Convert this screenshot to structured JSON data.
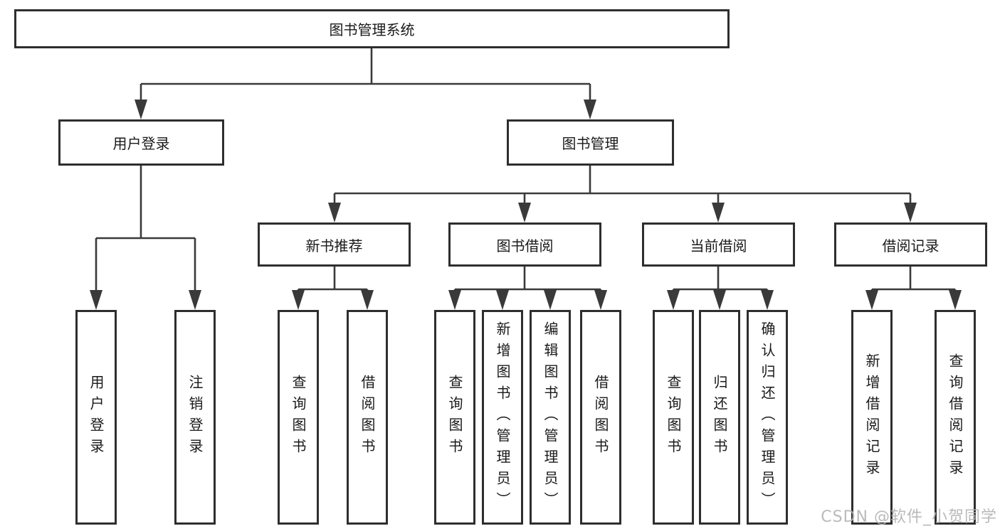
{
  "diagram": {
    "root": {
      "label": "图书管理系统"
    },
    "level2": [
      {
        "label": "用户登录"
      },
      {
        "label": "图书管理"
      }
    ],
    "level3": [
      {
        "label": "新书推荐"
      },
      {
        "label": "图书借阅"
      },
      {
        "label": "当前借阅"
      },
      {
        "label": "借阅记录"
      }
    ],
    "leaves": [
      {
        "label": "用户登录"
      },
      {
        "label": "注销登录"
      },
      {
        "label": "查询图书"
      },
      {
        "label": "借阅图书"
      },
      {
        "label": "查询图书"
      },
      {
        "label": "新增图书（管理员）"
      },
      {
        "label": "编辑图书（管理员）"
      },
      {
        "label": "借阅图书"
      },
      {
        "label": "查询图书"
      },
      {
        "label": "归还图书"
      },
      {
        "label": "确认归还（管理员）"
      },
      {
        "label": "新增借阅记录"
      },
      {
        "label": "查询借阅记录"
      }
    ]
  },
  "watermark": {
    "text": "CSDN @软件_小贺同学"
  },
  "colors": {
    "line": "#3a3a3a",
    "box_border": "#2e2e2e",
    "background": "#ffffff",
    "text": "#1a1a1a",
    "watermark": "#b2b2b2"
  }
}
